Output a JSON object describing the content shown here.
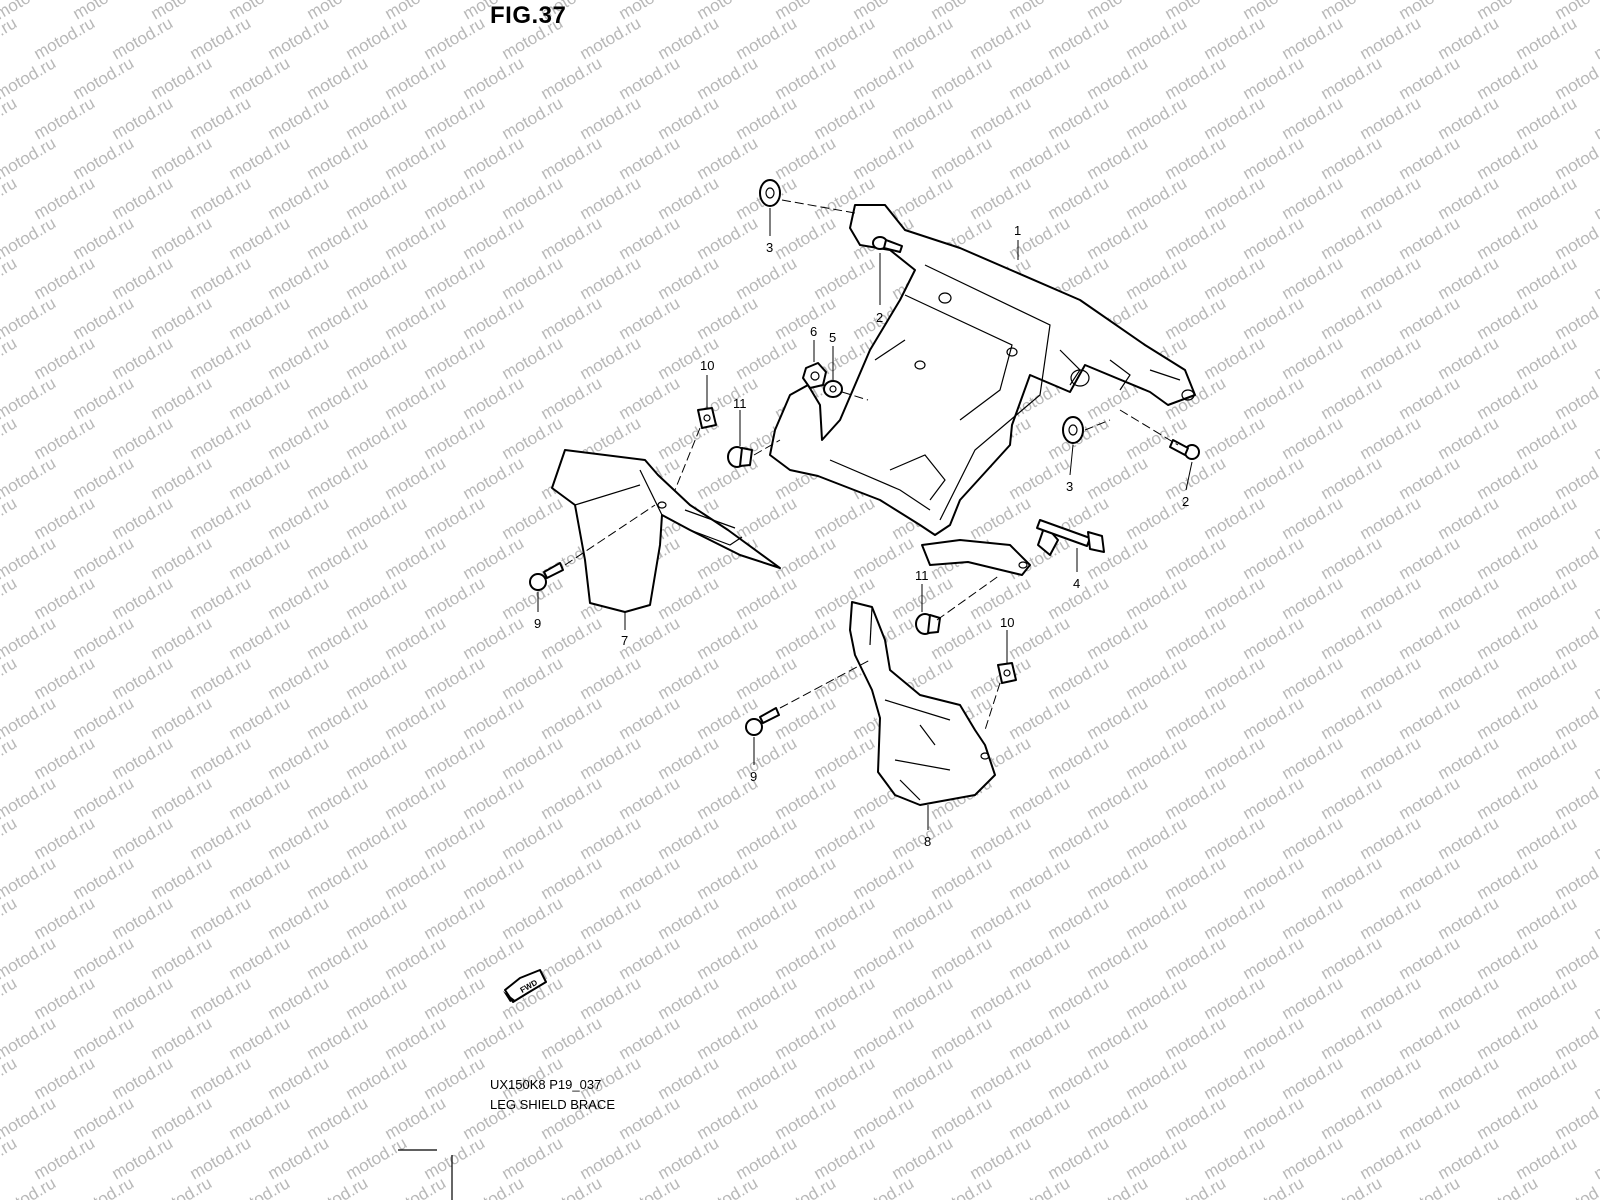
{
  "figure": {
    "title": "FIG.37",
    "model_code": "UX150K8 P19_037",
    "section_name": "LEG SHIELD BRACE"
  },
  "watermark": {
    "text": "motod.ru",
    "color": "#b8b8b8"
  },
  "fwd_arrow": {
    "label": "FWD",
    "icon": "fwd-arrow-icon"
  },
  "callouts": [
    {
      "id": "c1",
      "label": "1"
    },
    {
      "id": "c2a",
      "label": "2"
    },
    {
      "id": "c2b",
      "label": "2"
    },
    {
      "id": "c3a",
      "label": "3"
    },
    {
      "id": "c3b",
      "label": "3"
    },
    {
      "id": "c4",
      "label": "4"
    },
    {
      "id": "c5",
      "label": "5"
    },
    {
      "id": "c6",
      "label": "6"
    },
    {
      "id": "c7",
      "label": "7"
    },
    {
      "id": "c8",
      "label": "8"
    },
    {
      "id": "c9a",
      "label": "9"
    },
    {
      "id": "c9b",
      "label": "9"
    },
    {
      "id": "c10a",
      "label": "10"
    },
    {
      "id": "c10b",
      "label": "10"
    },
    {
      "id": "c11a",
      "label": "11"
    },
    {
      "id": "c11b",
      "label": "11"
    }
  ]
}
